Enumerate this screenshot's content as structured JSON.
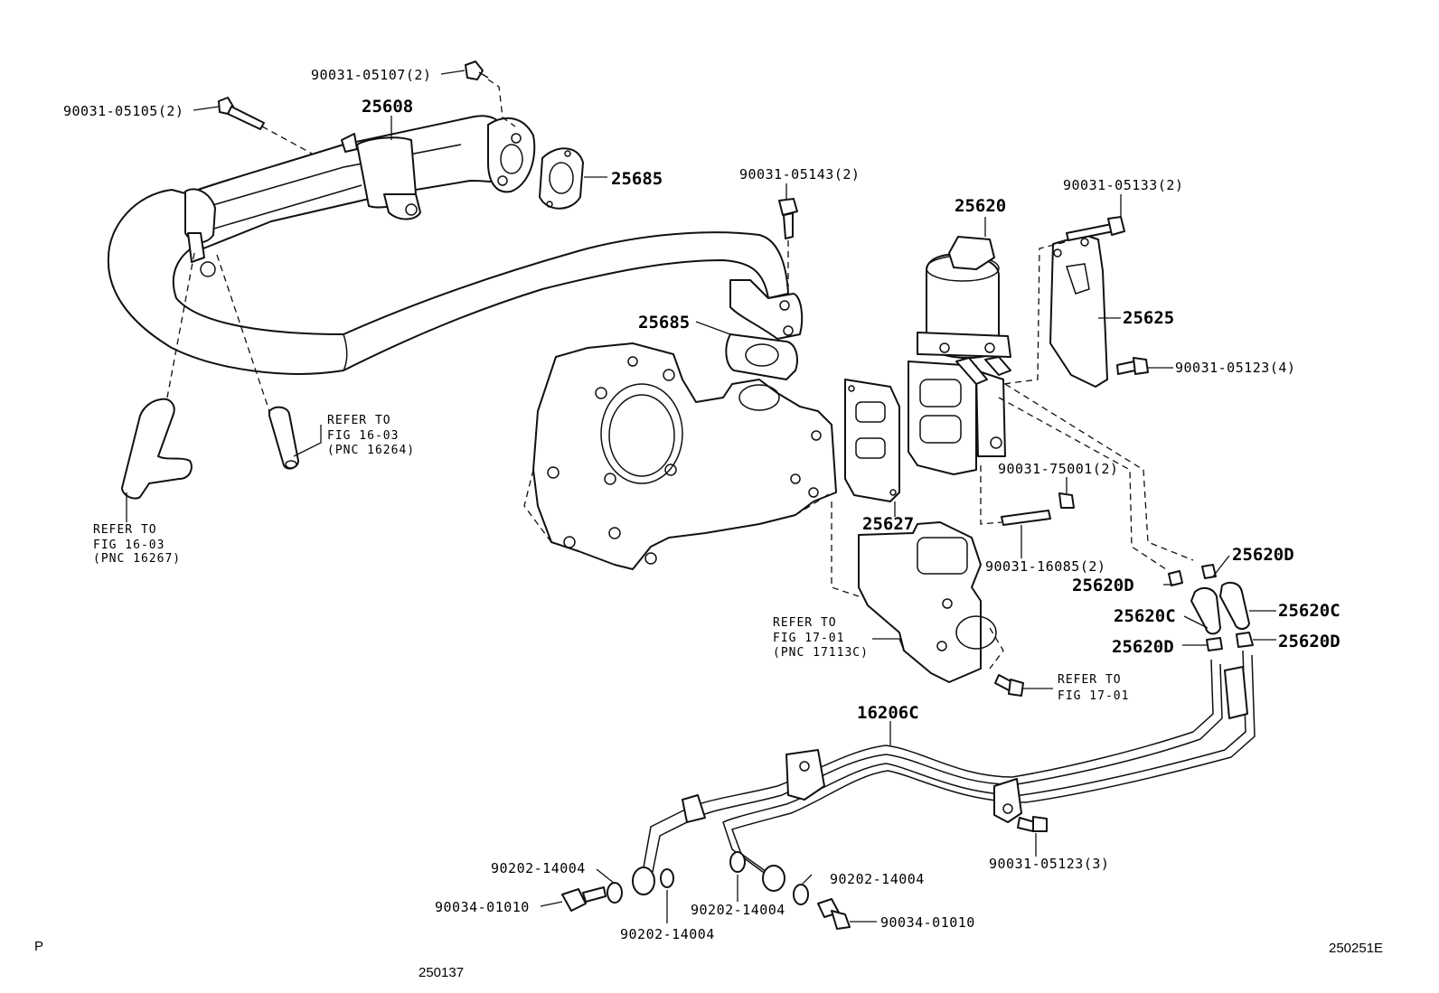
{
  "diagram": {
    "labels": {
      "p_90031_05107": "90031-05107(2)",
      "p_90031_05105": "90031-05105(2)",
      "p_25608": "25608",
      "p_25685_top": "25685",
      "p_90031_05143": "90031-05143(2)",
      "p_25620": "25620",
      "p_90031_05133": "90031-05133(2)",
      "p_25685_mid": "25685",
      "p_25625": "25625",
      "p_90031_05123_4": "90031-05123(4)",
      "p_90031_75001": "90031-75001(2)",
      "p_25627": "25627",
      "p_90031_16085": "90031-16085(2)",
      "p_25620d_a": "25620D",
      "p_25620d_b": "25620D",
      "p_25620c_a": "25620C",
      "p_25620c_b": "25620C",
      "p_25620d_c": "25620D",
      "p_25620d_d": "25620D",
      "p_16206c": "16206C",
      "p_90031_05123_3": "90031-05123(3)",
      "p_90202_14004_a": "90202-14004",
      "p_90034_01010_a": "90034-01010",
      "p_90202_14004_b": "90202-14004",
      "p_90202_14004_c": "90202-14004",
      "p_90202_14004_d": "90202-14004",
      "p_90034_01010_b": "90034-01010"
    },
    "references": {
      "ref_16264": {
        "line1": "REFER TO",
        "line2": "FIG 16-03",
        "line3": "(PNC 16264)"
      },
      "ref_16267": {
        "line1": "REFER TO",
        "line2": "FIG 16-03",
        "line3": "(PNC 16267)"
      },
      "ref_17113c": {
        "line1": "REFER TO",
        "line2": "FIG 17-01",
        "line3": "(PNC 17113C)"
      },
      "ref_1701": {
        "line1": "REFER TO",
        "line2": "FIG 17-01"
      }
    },
    "footer": {
      "left_mark": "P",
      "right_code": "250251E",
      "bottom_code": "250137"
    }
  }
}
